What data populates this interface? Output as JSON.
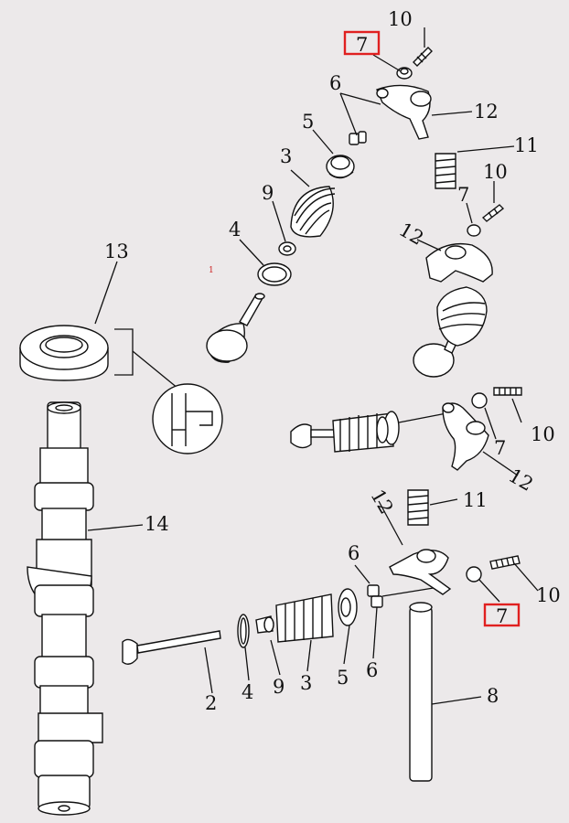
{
  "diagram": {
    "labels": {
      "l1": "1",
      "l2": "2",
      "l3a": "3",
      "l3b": "3",
      "l4a": "4",
      "l4b": "4",
      "l5a": "5",
      "l5b": "5",
      "l6a": "6",
      "l6b": "6",
      "l6c": "6",
      "l7a": "7",
      "l7b": "7",
      "l7c": "7",
      "l7d": "7",
      "l8": "8",
      "l9a": "9",
      "l9b": "9",
      "l10a": "10",
      "l10b": "10",
      "l10c": "10",
      "l10d": "10",
      "l11a": "11",
      "l11b": "11",
      "l12a": "12",
      "l12b": "12",
      "l12c": "12",
      "l12d": "12",
      "l13": "13",
      "l14": "14"
    },
    "highlight_color": "#e02020",
    "highlighted_part": "7"
  }
}
